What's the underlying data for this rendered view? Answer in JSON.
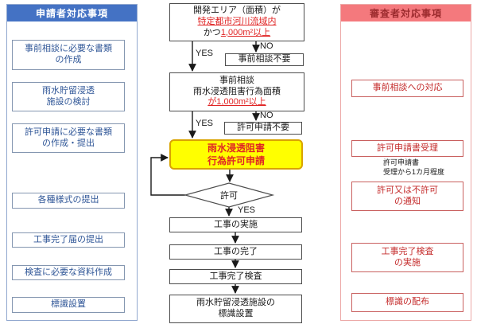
{
  "colors": {
    "blue-bg": "#4472C4",
    "blue-panel-border": "#91A8CF",
    "blue-box-border": "#8496B0",
    "blue-text": "#2F5697",
    "red-bg": "#F4797D",
    "red-header-text": "#9C2B2E",
    "red-panel-border": "#ECA9A7",
    "red-box-border": "#C9605F",
    "red-text": "#C42B2B",
    "flow-border": "#4D4D4D",
    "flow-text": "#1A1A1A",
    "flow-red": "#E02424",
    "yellow-bg": "#FFFF00",
    "yellow-border": "#D9A300",
    "arrow": "#1A1A1A"
  },
  "left_panel": {
    "title": "申請者対応事項",
    "items": [
      "事前相談に必要な書類\nの作成",
      "雨水貯留浸透\n施設の検討",
      "許可申請に必要な書類\nの作成・提出",
      "各種様式の提出",
      "工事完了届の提出",
      "検査に必要な資料作成",
      "標識設置"
    ]
  },
  "flow": {
    "start_box": [
      {
        "t": "開発エリア（面積）が"
      },
      {
        "br": true,
        "t": "特定都市河川流域内",
        "red": true,
        "u": true
      },
      {
        "br": true,
        "t": "かつ"
      },
      {
        "t": "1,000m²以上",
        "red": true,
        "u": true
      }
    ],
    "yes_label_1": "YES",
    "no_label_1": "NO",
    "no_box_1": "事前相談不要",
    "consult_box": [
      {
        "t": "事前相談"
      },
      {
        "br": true,
        "t": "雨水浸透阻害行為面積"
      },
      {
        "br": true,
        "t": "が1,000m²以上",
        "red": true,
        "u": true
      }
    ],
    "yes_label_2": "YES",
    "no_label_2": "NO",
    "no_box_2": "許可申請不要",
    "apply_box": "雨水浸透阻害\n行為許可申請",
    "decision": "許可",
    "yes_label_3": "YES",
    "steps": [
      "工事の実施",
      "工事の完了",
      "工事完了検査",
      "雨水貯留浸透施設の\n標識設置"
    ]
  },
  "right_panel": {
    "title": "審査者対応事項",
    "items": [
      "事前相談への対応",
      "許可申請書受理",
      "許可又は不許可\nの通知",
      "工事完了検査\nの実施",
      "標識の配布"
    ],
    "arrow_note": "許可申請書\n受理から1カ月程度"
  }
}
